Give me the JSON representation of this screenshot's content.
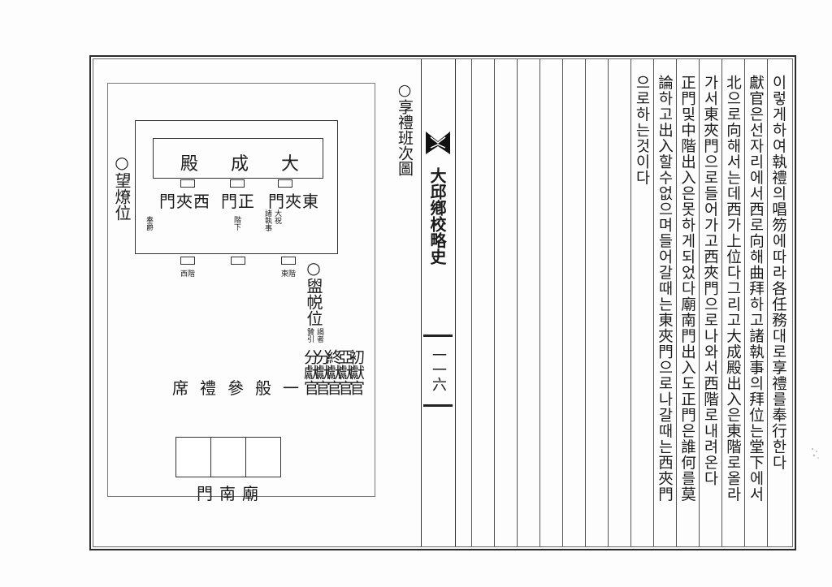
{
  "body_text": {
    "columns": [
      "이렇게하여執禮의唱笏에따라各任務대로享禮를奉行한다",
      "獻官은선자리에서西로向해曲拜하고諸執事의拜位는堂下에서",
      "北으로向해서는데西가上位다그리고大成殿出入은東階로올라",
      "가서東夾門으로들어가고西夾門으로나와서西階로내려온다",
      "正門및中階出入은못하게되었다廟南門出入도正門은誰何를莫",
      "論하고出入할수없으며들어갈때는東夾門으로나갈때는西夾門",
      "으로하는것이다"
    ]
  },
  "spine": {
    "title": "大邱鄕校略史",
    "page_number": "一一六"
  },
  "diagram": {
    "heading": "○享禮班次圖",
    "hall_name": [
      "大",
      "成",
      "殿"
    ],
    "gates": {
      "east": "東夾門",
      "center": "正門",
      "west": "西夾門"
    },
    "inner_labels": {
      "zhu_zhushi": "大祝",
      "zhushi": "諸執事",
      "center_small": "階下",
      "west_small": "奉爵"
    },
    "east_step": "東階",
    "west_step": "西階",
    "guanxi": "○盥帨位",
    "guanxi_note_1": "謁者",
    "guanxi_note_2": "贊引",
    "wangliao": "○望燎位",
    "ceremony": "一般參禮席",
    "officers": [
      "初獻官",
      "亞獻官",
      "終獻官",
      "分獻官",
      "分獻官"
    ],
    "temple_gate": [
      "廟",
      "南",
      "門"
    ]
  }
}
